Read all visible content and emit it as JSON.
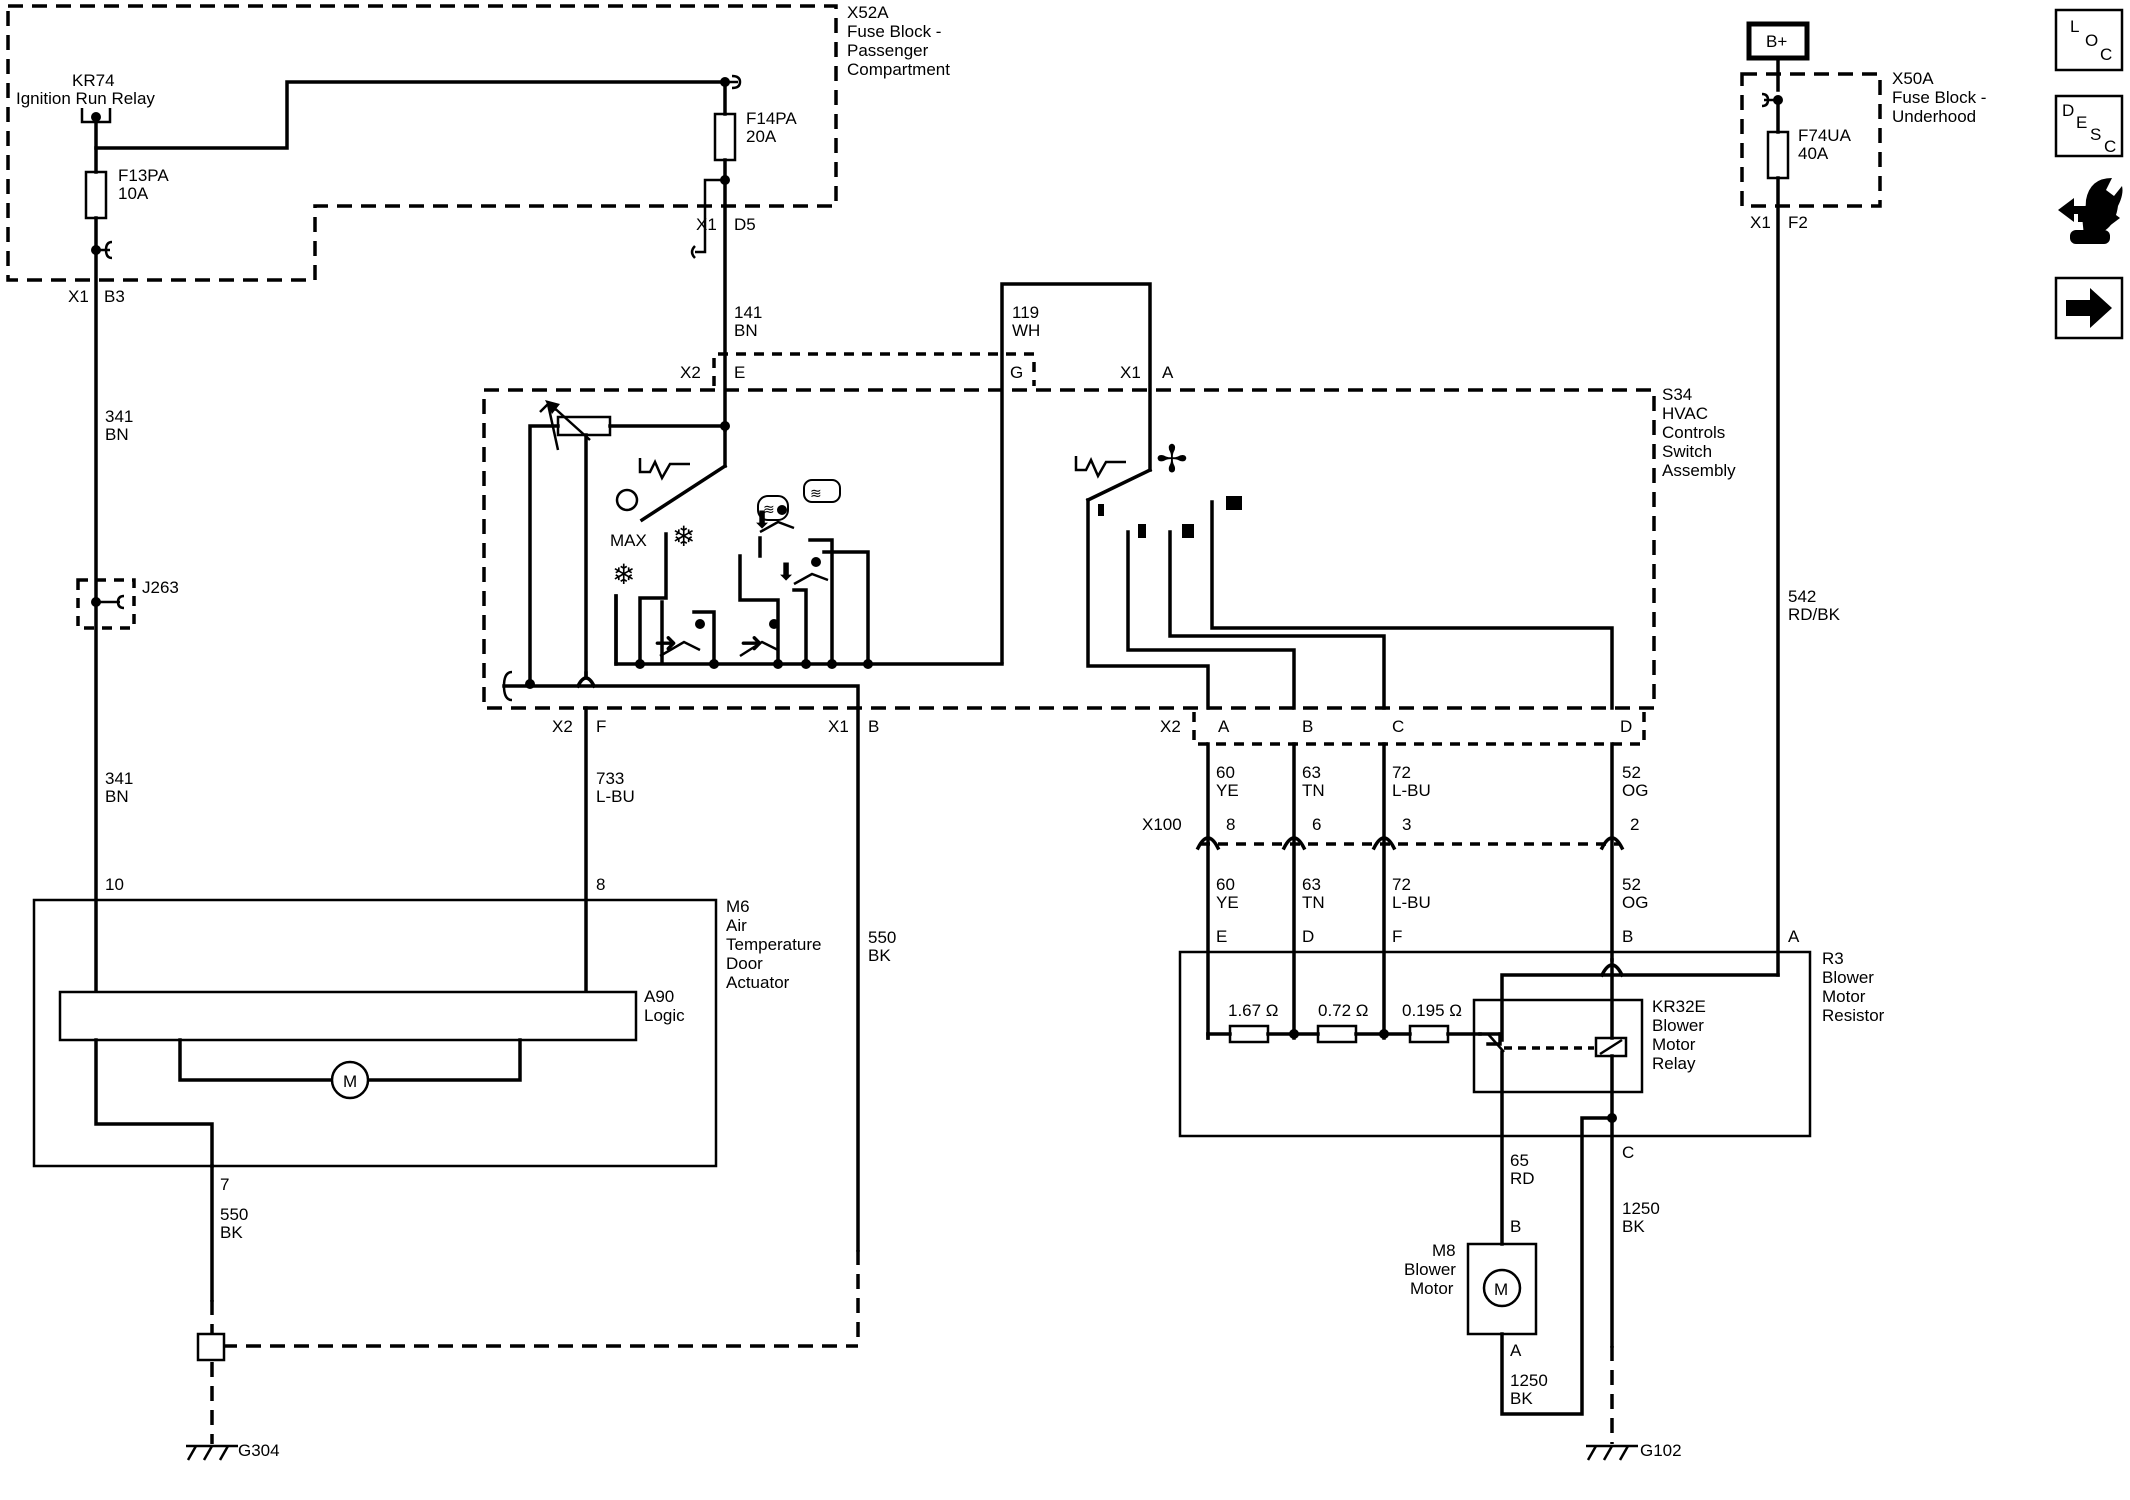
{
  "components": {
    "fuse_block_pass": [
      "X52A",
      "Fuse Block -",
      "Passenger",
      "Compartment"
    ],
    "relay_kr74": [
      "KR74",
      "Ignition Run Relay"
    ],
    "fuse_f13pa": [
      "F13PA",
      "10A"
    ],
    "fuse_f14pa": [
      "F14PA",
      "20A"
    ],
    "b_plus": "B+",
    "fuse_block_hood": [
      "X50A",
      "Fuse Block -",
      "Underhood"
    ],
    "fuse_f74ua": [
      "F74UA",
      "40A"
    ],
    "hvac_switch": [
      "S34",
      "HVAC",
      "Controls",
      "Switch",
      "Assembly"
    ],
    "splice_j263": "J263",
    "actuator_m6": [
      "M6",
      "Air",
      "Temperature",
      "Door",
      "Actuator"
    ],
    "logic_a90": [
      "A90",
      "Logic"
    ],
    "resistor_r3": [
      "R3",
      "Blower",
      "Motor",
      "Resistor"
    ],
    "relay_kr32e": [
      "KR32E",
      "Blower",
      "Motor",
      "Relay"
    ],
    "motor_m8": [
      "M8",
      "Blower",
      "Motor"
    ],
    "motor_symbol": "M",
    "max_label": "MAX",
    "grounds": [
      "G304",
      "G102"
    ]
  },
  "resistor_values": [
    "1.67 Ω",
    "0.72 Ω",
    "0.195 Ω"
  ],
  "wires": {
    "w141": [
      "141",
      "BN"
    ],
    "w119": [
      "119",
      "WH"
    ],
    "w341a": [
      "341",
      "BN"
    ],
    "w341b": [
      "341",
      "BN"
    ],
    "w733": [
      "733",
      "L-BU"
    ],
    "w550a": [
      "550",
      "BK"
    ],
    "w550b": [
      "550",
      "BK"
    ],
    "w542": [
      "542",
      "RD/BK"
    ],
    "w60a": [
      "60",
      "YE"
    ],
    "w63a": [
      "63",
      "TN"
    ],
    "w72a": [
      "72",
      "L-BU"
    ],
    "w52a": [
      "52",
      "OG"
    ],
    "w60b": [
      "60",
      "YE"
    ],
    "w63b": [
      "63",
      "TN"
    ],
    "w72b": [
      "72",
      "L-BU"
    ],
    "w52b": [
      "52",
      "OG"
    ],
    "w65": [
      "65",
      "RD"
    ],
    "w1250a": [
      "1250",
      "BK"
    ],
    "w1250b": [
      "1250",
      "BK"
    ]
  },
  "connectors": {
    "x1": "X1",
    "x2": "X2",
    "x100": "X100",
    "b3": "B3",
    "d5": "D5",
    "f2": "F2",
    "e": "E",
    "g": "G",
    "a": "A",
    "f": "F",
    "b": "B",
    "c": "C",
    "d": "D",
    "n10": "10",
    "n8": "8",
    "n7": "7",
    "n6": "6",
    "n3": "3",
    "n2": "2"
  },
  "nav_icons": [
    {
      "name": "loc-icon",
      "letters": [
        "L",
        "O",
        "C"
      ]
    },
    {
      "name": "desc-icon",
      "letters": [
        "D",
        "E",
        "S",
        "C"
      ]
    },
    {
      "name": "connector-tool-icon"
    },
    {
      "name": "next-arrow-icon"
    }
  ]
}
